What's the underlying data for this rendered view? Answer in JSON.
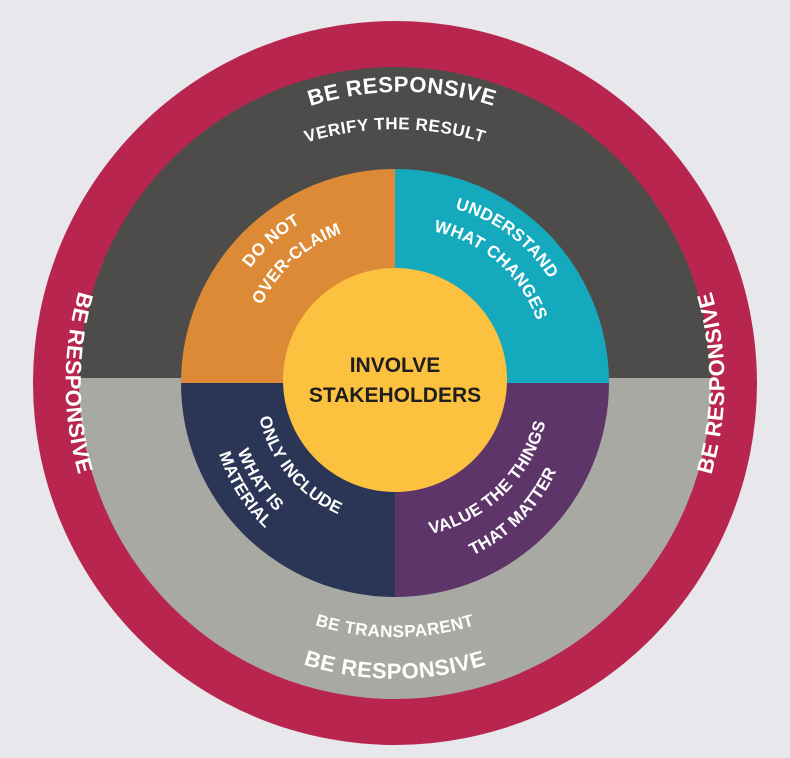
{
  "outer_ring": {
    "color": "#b8264f",
    "labels": {
      "top": "BE RESPONSIVE",
      "bottom": "BE RESPONSIVE",
      "left": "BE RESPONSIVE",
      "right": "BE RESPONSIVE"
    }
  },
  "bands": {
    "upper": {
      "label": "VERIFY THE RESULT",
      "color": "#4d4c4b"
    },
    "lower": {
      "label": "BE TRANSPARENT",
      "color": "#a9a9a4"
    }
  },
  "quadrants": [
    {
      "id": "top-left",
      "lines": [
        "DO NOT",
        "OVER-CLAIM"
      ],
      "color": "#dd8a36"
    },
    {
      "id": "top-right",
      "lines": [
        "UNDERSTAND",
        "WHAT CHANGES"
      ],
      "color": "#15a9bd"
    },
    {
      "id": "bottom-right",
      "lines": [
        "VALUE THE THINGS",
        "THAT MATTER"
      ],
      "color": "#5e3568"
    },
    {
      "id": "bottom-left",
      "lines": [
        "ONLY INCLUDE",
        "WHAT IS",
        "MATERIAL"
      ],
      "color": "#2b3556"
    }
  ],
  "center": {
    "lines": [
      "INVOLVE",
      "STAKEHOLDERS"
    ],
    "color": "#fcc13e"
  }
}
